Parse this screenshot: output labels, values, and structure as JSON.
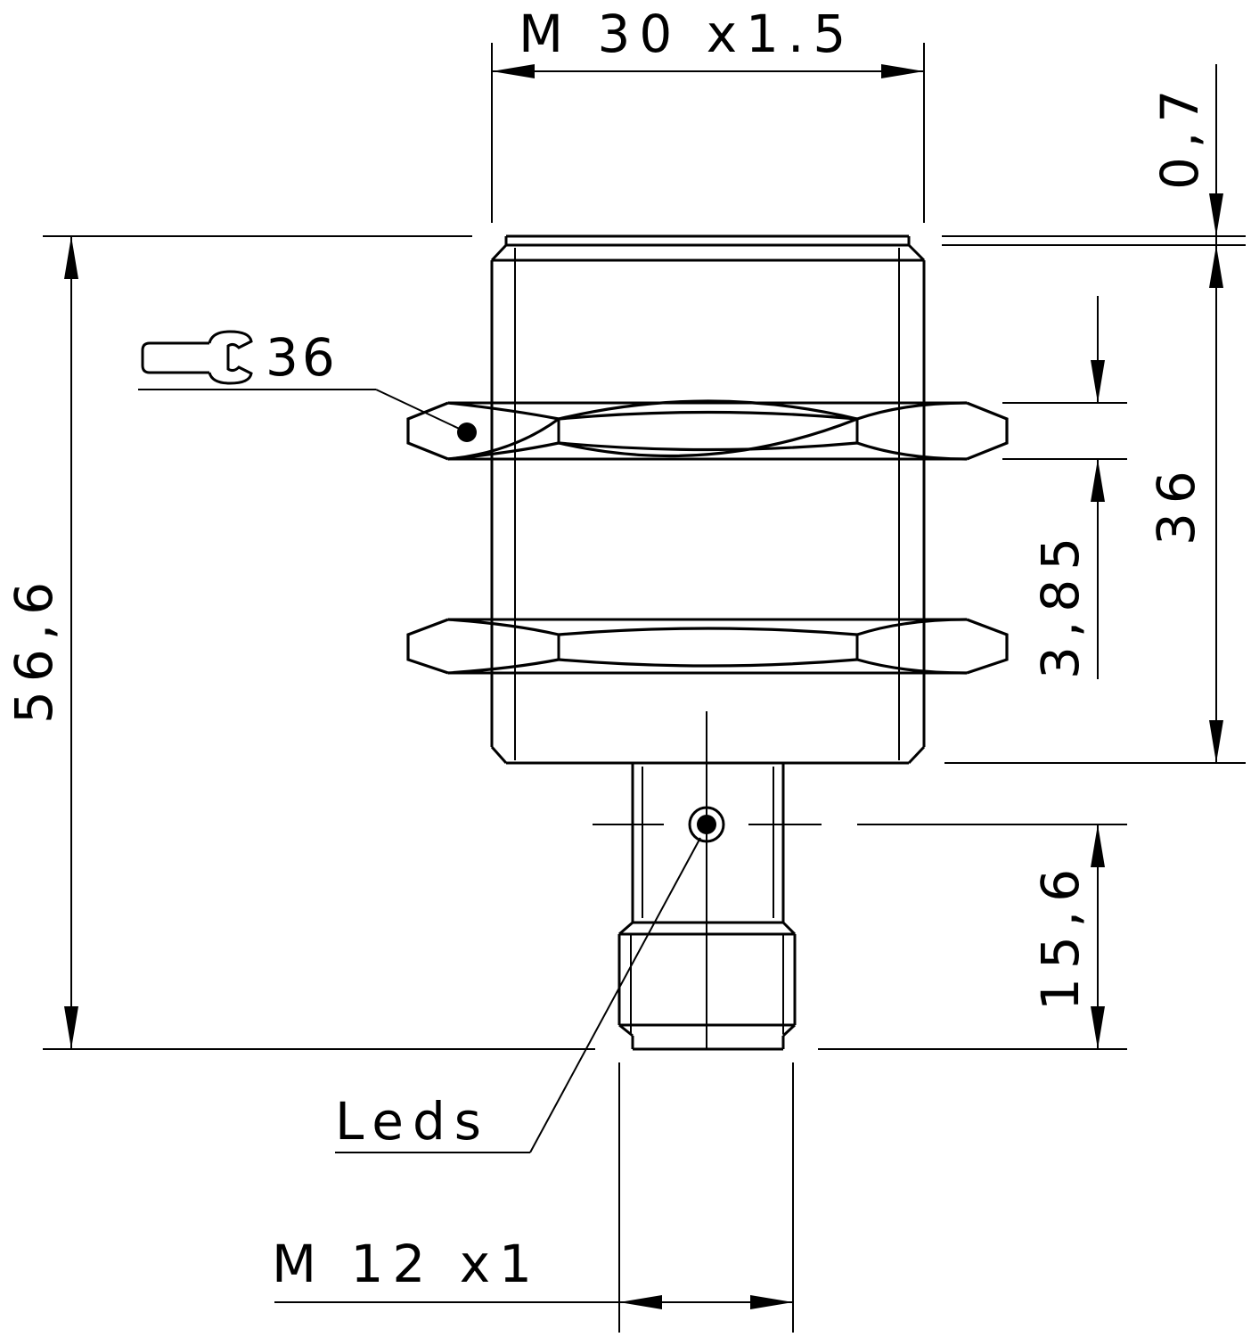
{
  "dimensions": {
    "thread_main": "M 30 x1.5",
    "chamfer": "0,7",
    "overall_length": "56,6",
    "wrench_size": "36",
    "nut_thickness": "3,85",
    "thread_length": "36",
    "connector_length": "15,6",
    "connector_thread": "M 12 x1",
    "leds_label": "Leds"
  },
  "icons": {
    "wrench": "open-end-wrench-icon"
  },
  "colors": {
    "line": "#000000",
    "background": "#ffffff"
  }
}
